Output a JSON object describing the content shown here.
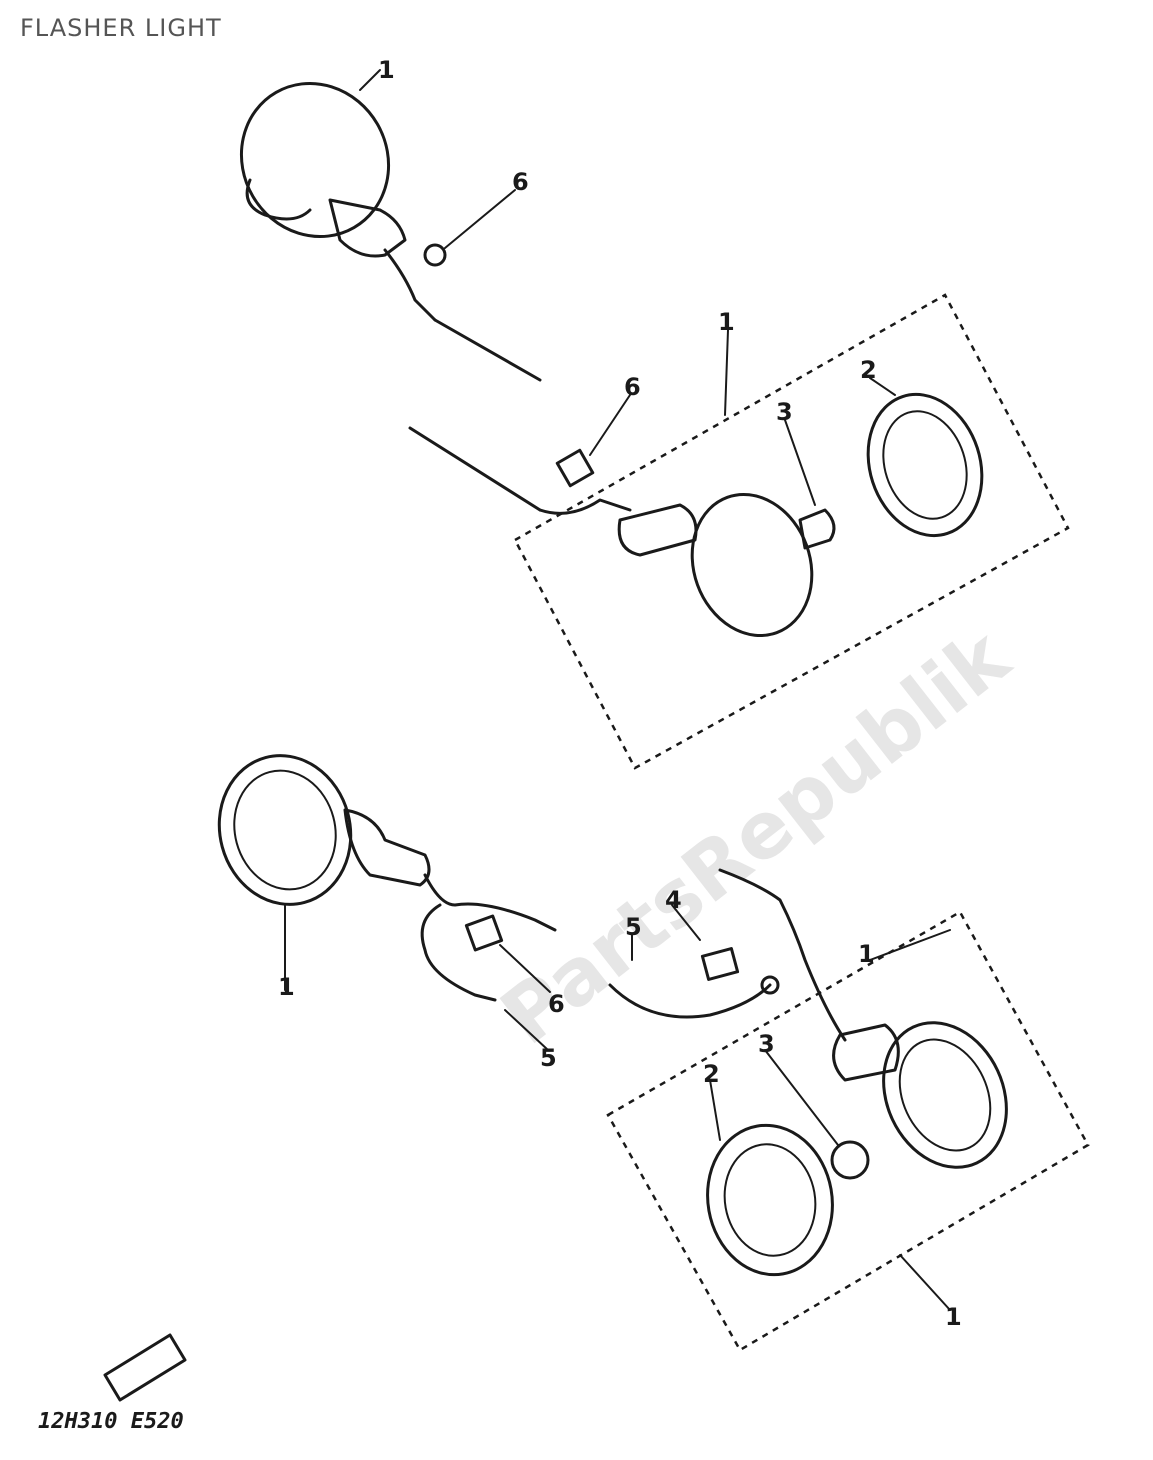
{
  "page": {
    "title": "FLASHER LIGHT"
  },
  "watermark": {
    "text": "PartsRepublik"
  },
  "callouts": {
    "top_left_lamp": "1",
    "top_left_socket": "6",
    "top_right_frame": "1",
    "top_right_lens": "2",
    "top_right_bulb": "3",
    "top_right_socket": "6",
    "bottom_left_lamp": "1",
    "bottom_left_socket": "6",
    "bottom_left_plug": "5",
    "bottom_right_grommet": "4",
    "bottom_right_plug": "5",
    "bottom_right_housing": "1",
    "bottom_right_bulb": "3",
    "bottom_right_lens": "2",
    "bottom_right_frame": "1"
  },
  "footer": {
    "code": "12H310 E520"
  }
}
